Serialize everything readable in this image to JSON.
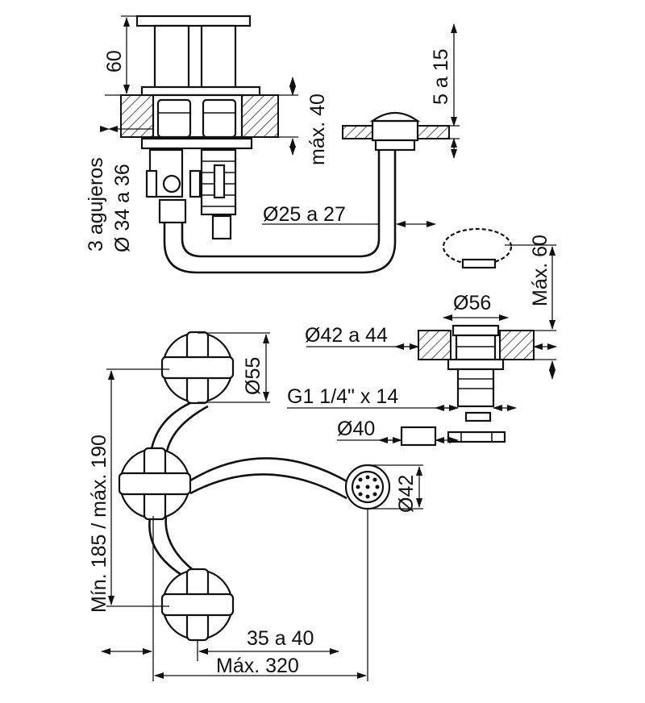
{
  "dimensions": {
    "height_top": "60",
    "max_40": "máx. 40",
    "thickness_range": "5 a 15",
    "holes_count": "3 agujeros",
    "holes_diameter": "Ø 34 a 36",
    "pipe_diameter": "Ø25 a 27",
    "max_60": "Máx. 60",
    "diameter_56": "Ø56",
    "diameter_42_44": "Ø42 a 44",
    "thread": "G1 1/4\" x 14",
    "diameter_40": "Ø40",
    "diameter_55": "Ø55",
    "min_max_spacing": "Mín. 185 / máx. 190",
    "diameter_42": "Ø42",
    "spacing_35_40": "35 a 40",
    "max_320": "Máx. 320"
  }
}
